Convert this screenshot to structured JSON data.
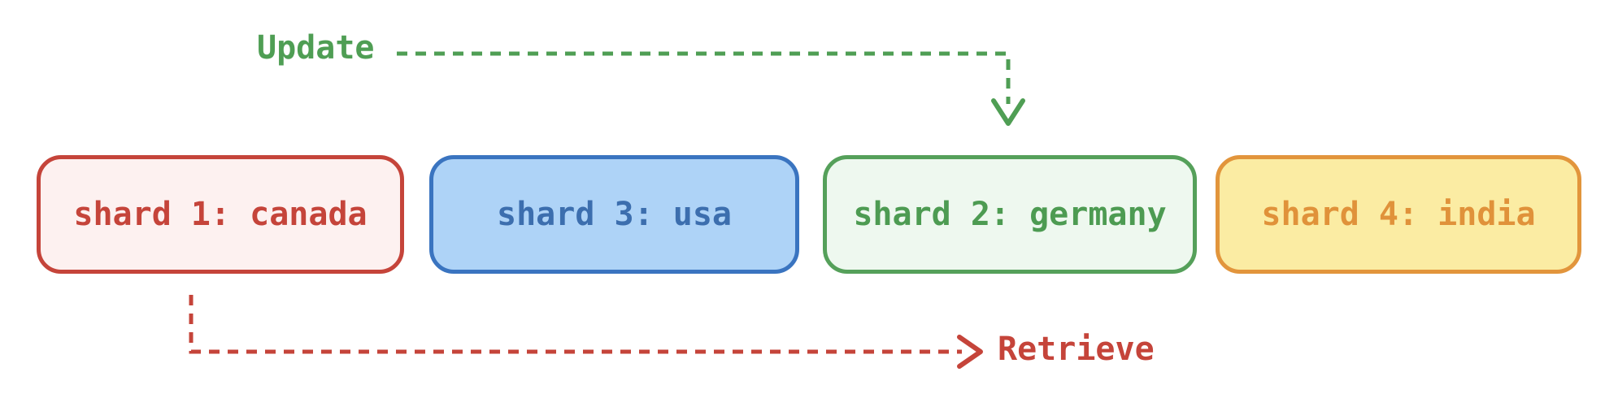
{
  "diagram": {
    "shards": [
      {
        "label": "shard 1: canada",
        "border_color": "#c5443a",
        "fill_color": "#fdf1f0",
        "text_color": "#c5443a"
      },
      {
        "label": "shard 3: usa",
        "border_color": "#3a74c0",
        "fill_color": "#aed3f7",
        "text_color": "#3c6eae"
      },
      {
        "label": "shard 2: germany",
        "border_color": "#55a05a",
        "fill_color": "#eef8ef",
        "text_color": "#4d9b52"
      },
      {
        "label": "shard 4: india",
        "border_color": "#e2953c",
        "fill_color": "#fbeca3",
        "text_color": "#e0923a"
      }
    ],
    "arrows": {
      "update": {
        "label": "Update",
        "color": "#4f9e54",
        "style": "dashed",
        "target": "shard 2: germany"
      },
      "retrieve": {
        "label": "Retrieve",
        "color": "#c5443a",
        "style": "dashed",
        "source": "shard 1: canada"
      }
    }
  }
}
